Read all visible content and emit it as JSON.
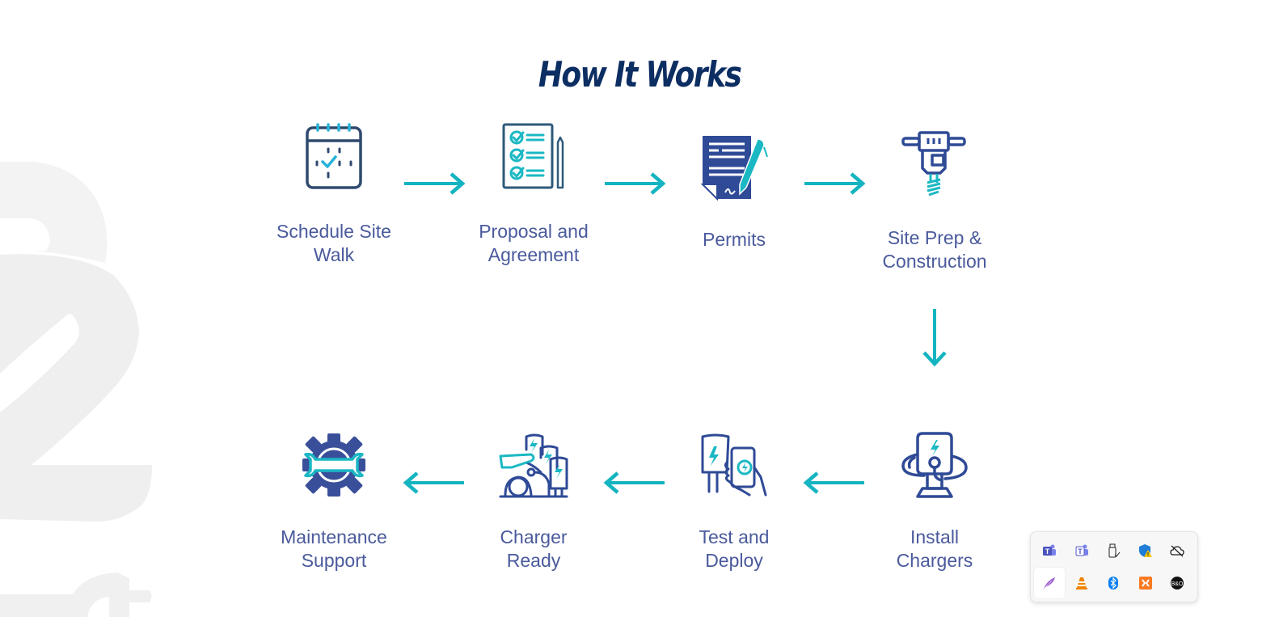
{
  "page": {
    "title": "How It Works"
  },
  "colors": {
    "title": "#0d2e63",
    "label": "#4a5a9c",
    "icon_navy": "#2f4a86",
    "icon_teal": "#1bb8c4",
    "arrow": "#14b4c0",
    "watermark": "#f0f0f0"
  },
  "steps": [
    {
      "label_line1": "Schedule Site",
      "label_line2": "Walk",
      "icon": "calendar-check-icon"
    },
    {
      "label_line1": "Proposal and",
      "label_line2": "Agreement",
      "icon": "checklist-icon"
    },
    {
      "label_line1": "Permits",
      "label_line2": "",
      "icon": "signed-document-icon"
    },
    {
      "label_line1": "Site Prep &",
      "label_line2": "Construction",
      "icon": "jackhammer-icon"
    },
    {
      "label_line1": "Install",
      "label_line2": "Chargers",
      "icon": "charger-install-icon"
    },
    {
      "label_line1": "Test and",
      "label_line2": "Deploy",
      "icon": "phone-charger-icon"
    },
    {
      "label_line1": "Charger",
      "label_line2": "Ready",
      "icon": "ev-charging-station-icon"
    },
    {
      "label_line1": "Maintenance",
      "label_line2": "Support",
      "icon": "gear-wrench-icon"
    }
  ],
  "flow_arrows": [
    "right",
    "right",
    "right",
    "down",
    "left",
    "left",
    "left"
  ],
  "system_tray": {
    "items": [
      {
        "icon": "microsoft-teams-icon"
      },
      {
        "icon": "microsoft-teams-classic-icon"
      },
      {
        "icon": "usb-drive-icon"
      },
      {
        "icon": "windows-security-warning-icon"
      },
      {
        "icon": "onedrive-offline-icon"
      },
      {
        "icon": "feather-pen-icon",
        "selected": true
      },
      {
        "icon": "vlc-icon"
      },
      {
        "icon": "bluetooth-icon"
      },
      {
        "icon": "xampp-icon"
      },
      {
        "icon": "bang-olufsen-icon"
      }
    ]
  }
}
